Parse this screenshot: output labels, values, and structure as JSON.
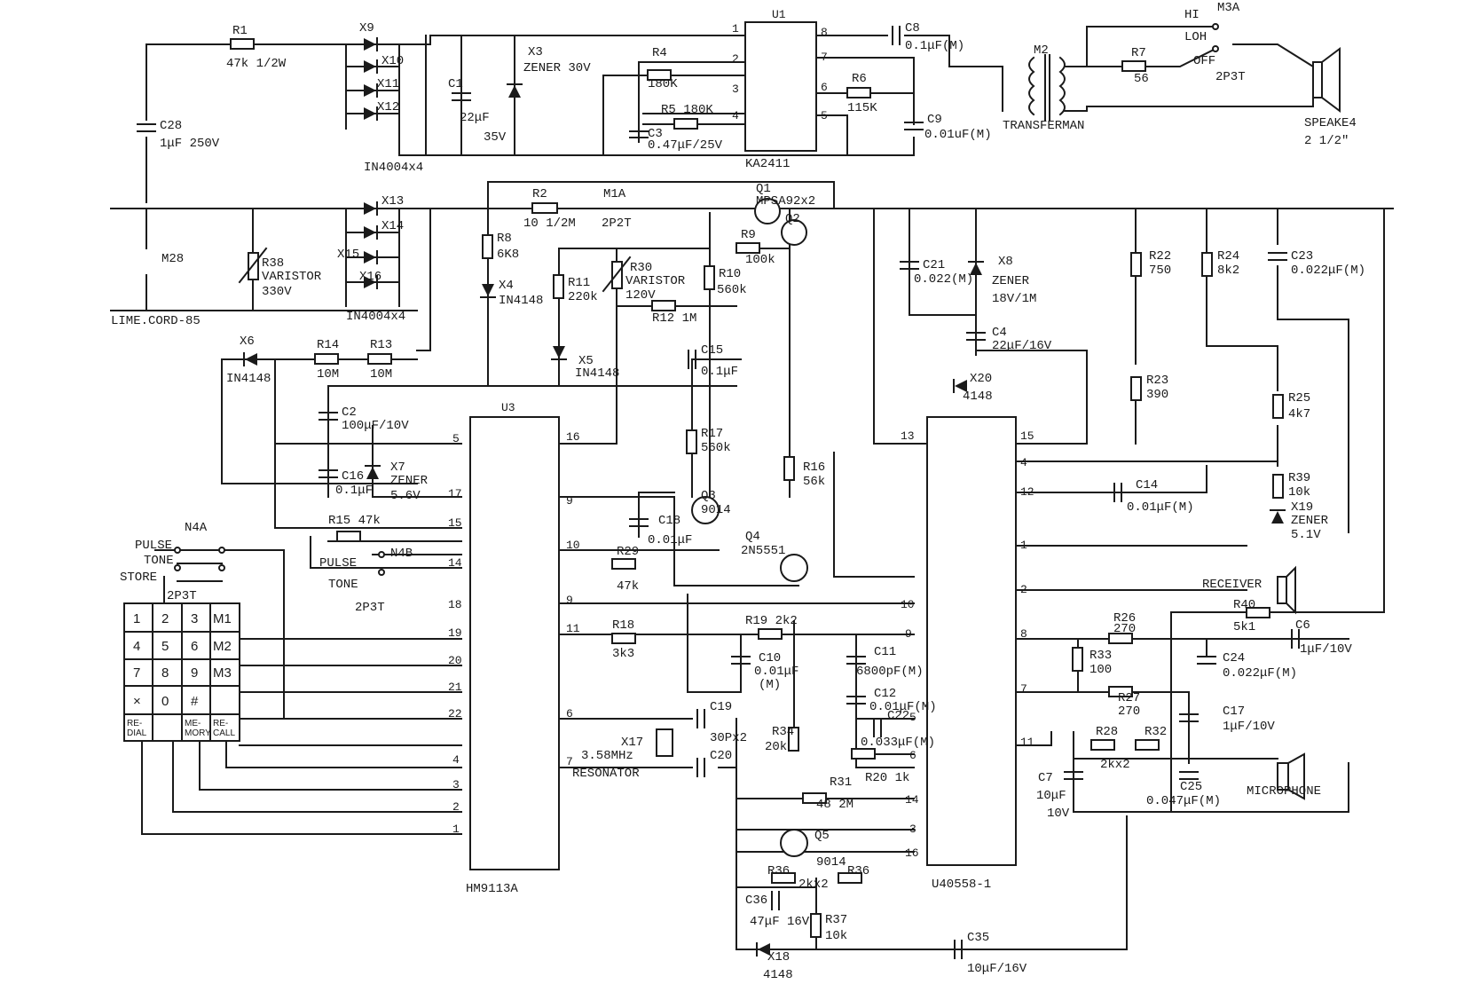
{
  "labels": {
    "R1": "R1",
    "R1v": "47k 1/2W",
    "X9": "X9",
    "X10": "X10",
    "X11": "X11",
    "X12": "X12",
    "D1sub": "IN4004x4",
    "C1": "C1",
    "C1v": "22μF",
    "C1v2": "35V",
    "X3": "X3",
    "X3v": "ZENER 30V",
    "R4": "R4",
    "R4v": "180K",
    "R5": "R5 180K",
    "C3": "C3",
    "C3v": "0.47μF/25V",
    "U1": "U1",
    "U1v": "KA2411",
    "C8": "C8",
    "C8v": "0.1μF(M)",
    "R6": "R6",
    "R6v": "115K",
    "C9": "C9",
    "C9v": "0.01uF(M)",
    "M2": "M2",
    "M2v": "TRANSFERMAN",
    "HI": "HI",
    "M3A": "M3A",
    "LOH": "LOH",
    "OFF": "OFF",
    "SW2": "2P3T",
    "R7": "R7",
    "R7v": "56",
    "SPK": "SPEAKE4",
    "SPKv": "2 1/2\"",
    "C28": "C28",
    "C28v": "1μF 250V",
    "M28": "M28",
    "LINE": "LIME.CORD-85",
    "R38": "R38",
    "R38v": "VARISTOR",
    "R38v2": "330V",
    "X13": "X13",
    "X14": "X14",
    "X15": "X15",
    "X16": "X16",
    "D2sub": "IN4004x4",
    "R2": "R2",
    "R2v": "10 1/2M",
    "M1A": "M1A",
    "M1Av": "2P2T",
    "Q1": "Q1",
    "Q1v": "MPSA92x2",
    "Q2": "Q2",
    "R8": "R8",
    "R8v": "6K8",
    "X4": "X4",
    "X4v": "IN4148",
    "R9": "R9",
    "R9v": "100k",
    "R11": "R11",
    "R11v": "220k",
    "R30": "R30",
    "R30v": "VARISTOR",
    "R30v2": "120V",
    "R10": "R10",
    "R10v": "560k",
    "R12": "R12 1M",
    "C21": "C21",
    "C21v": "0.022(M)",
    "X8": "X8",
    "X8v": "ZENER",
    "X8v2": "18V/1M",
    "R22": "R22",
    "R22v": "750",
    "R24": "R24",
    "R24v": "8k2",
    "C23": "C23",
    "C23v": "0.022μF(M)",
    "C4": "C4",
    "C4v": "22μF/16V",
    "X6": "X6",
    "X6v": "IN4148",
    "R14": "R14",
    "R14v": "10M",
    "R13": "R13",
    "R13v": "10M",
    "X5": "X5",
    "X5v": "IN4148",
    "C15": "C15",
    "C15v": "0.1μF",
    "X20": "X20",
    "X20v": "4148",
    "R23": "R23",
    "R23v": "390",
    "R25": "R25",
    "R25v": "4k7",
    "C2": "C2",
    "C2v": "100μF/10V",
    "U3": "U3",
    "U3v": "HM9113A",
    "R17": "R17",
    "R17v": "560k",
    "R16": "R16",
    "R16v": "56k",
    "C16": "C16",
    "C16v": "0.1μF",
    "X7": "X7",
    "X7v": "ZENER",
    "X7v2": "5.6V",
    "Q3": "Q3",
    "Q3v": "9014",
    "C18": "C18",
    "C18v": "0.01μF",
    "R15": "R15 47k",
    "N4A": "N4A",
    "N4B": "N4B",
    "PULSE": "PULSE",
    "TONE": "TONE",
    "STORE": "STORE",
    "SW3": "2P3T",
    "SW4": "2P3T",
    "R29": "R29",
    "R29v": "47k",
    "Q4": "Q4",
    "Q4v": "2N5551",
    "C14": "C14",
    "C14v": "0.01μF(M)",
    "R39": "R39",
    "R39v": "10k",
    "X19": "X19",
    "X19v": "ZENER",
    "X19v2": "5.1V",
    "REC": "RECEIVER",
    "R40": "R40",
    "R40v": "5k1",
    "C6": "C6",
    "C6v": "1μF/10V",
    "R19": "R19 2k2",
    "R18": "R18",
    "R18v": "3k3",
    "C10": "C10",
    "C10v": "0.01μF",
    "C10v2": "(M)",
    "C11": "C11",
    "C11v": "6800pF(M)",
    "C12": "C12",
    "C12v": "0.01μF(M)",
    "R26": "R26",
    "R26v": "270",
    "R33": "R33",
    "R33v": "100",
    "C24": "C24",
    "C24v": "0.022μF(M)",
    "R27": "R27",
    "R27v": "270",
    "C17": "C17",
    "C17v": "1μF/10V",
    "X17": "X17",
    "X17v": "3.58MHz",
    "C19": "C19",
    "C19v": "30Px2",
    "C20": "C20",
    "RES": "RESONATOR",
    "R34": "R34",
    "R34v": "20k",
    "C22": "C22",
    "C22v": "0.033μF(M)",
    "R28": "R28",
    "R32": "R32",
    "R28v": "2kx2",
    "C7": "C7",
    "C7v": "10μF",
    "C7v2": "10V",
    "C25": "C25",
    "C25v": "0.047μF(M)",
    "MIC": "MICROPHONE",
    "R31": "R31",
    "R31v": "48 2M",
    "R20": "R20 1k",
    "Q5": "Q5",
    "Q5v": "9014",
    "U4": "U40558-1",
    "R36": "R36",
    "R36v": "2kx2",
    "R35": "R36",
    "C36": "C36",
    "C36v": "47μF 16V",
    "R37": "R37",
    "R37v": "10k",
    "X18": "X18",
    "X18v": "4148",
    "C35": "C35",
    "C35v": "10μF/16V"
  },
  "keypad": {
    "keys": [
      "1",
      "2",
      "3",
      "M1",
      "4",
      "5",
      "6",
      "M2",
      "7",
      "8",
      "9",
      "M3",
      "×",
      "0",
      "#",
      ""
    ],
    "bottom": [
      "RE-\nDIAL",
      "",
      "ME-\nMORY",
      "RE-\nCALL"
    ]
  },
  "u3_pins": {
    "left": [
      "5",
      "17",
      "15",
      "14",
      "18",
      "19",
      "20",
      "21",
      "22",
      "4",
      "3",
      "2",
      "1"
    ],
    "right": [
      "16",
      "9",
      "10",
      "9",
      "11",
      "6",
      "7"
    ]
  },
  "u1_pins": [
    "1",
    "2",
    "3",
    "4",
    "8",
    "7",
    "6",
    "5"
  ],
  "u4_pins": {
    "left": [
      "13",
      "10",
      "9",
      "5",
      "6",
      "14",
      "3",
      "16"
    ],
    "right": [
      "15",
      "4",
      "12",
      "1",
      "2",
      "8",
      "7",
      "11"
    ]
  }
}
